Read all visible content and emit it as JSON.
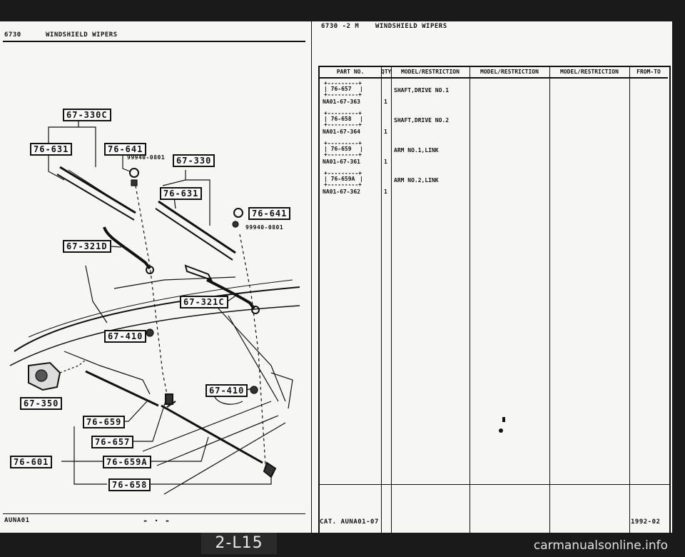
{
  "left_header": {
    "section": "6730",
    "title": "WINDSHIELD WIPERS"
  },
  "right_header": {
    "code": "6730 -2 M",
    "title": "WINDSHIELD WIPERS"
  },
  "diagram": {
    "labels": [
      "67-330C",
      "76-631",
      "76-641",
      "99940-0801",
      "67-330",
      "76-631",
      "76-641",
      "99940-0801",
      "67-321D",
      "67-321C",
      "67-410",
      "67-410",
      "67-350",
      "76-659",
      "76-657",
      "76-601",
      "76-659A",
      "76-658"
    ]
  },
  "table": {
    "headers": [
      "PART NO.",
      "QTY",
      "MODEL/RESTRICTION",
      "MODEL/RESTRICTION",
      "MODEL/RESTRICTION",
      "FROM-TO"
    ],
    "rows": [
      {
        "ref": "76-657",
        "part": "NA01-67-363",
        "qty": "1",
        "desc": "SHAFT,DRIVE NO.1"
      },
      {
        "ref": "76-658",
        "part": "NA01-67-364",
        "qty": "1",
        "desc": "SHAFT,DRIVE NO.2"
      },
      {
        "ref": "76-659",
        "part": "NA01-67-361",
        "qty": "1",
        "desc": "ARM NO.1,LINK"
      },
      {
        "ref": "76-659A",
        "part": "NA01-67-362",
        "qty": "1",
        "desc": "ARM NO.2,LINK"
      }
    ]
  },
  "footer": {
    "left_code": "AUNA01",
    "catalog": "CAT. AUNA01-07",
    "date": "1992-02",
    "page_badge": "2-L15"
  },
  "watermark": "carmanualsonline.info"
}
